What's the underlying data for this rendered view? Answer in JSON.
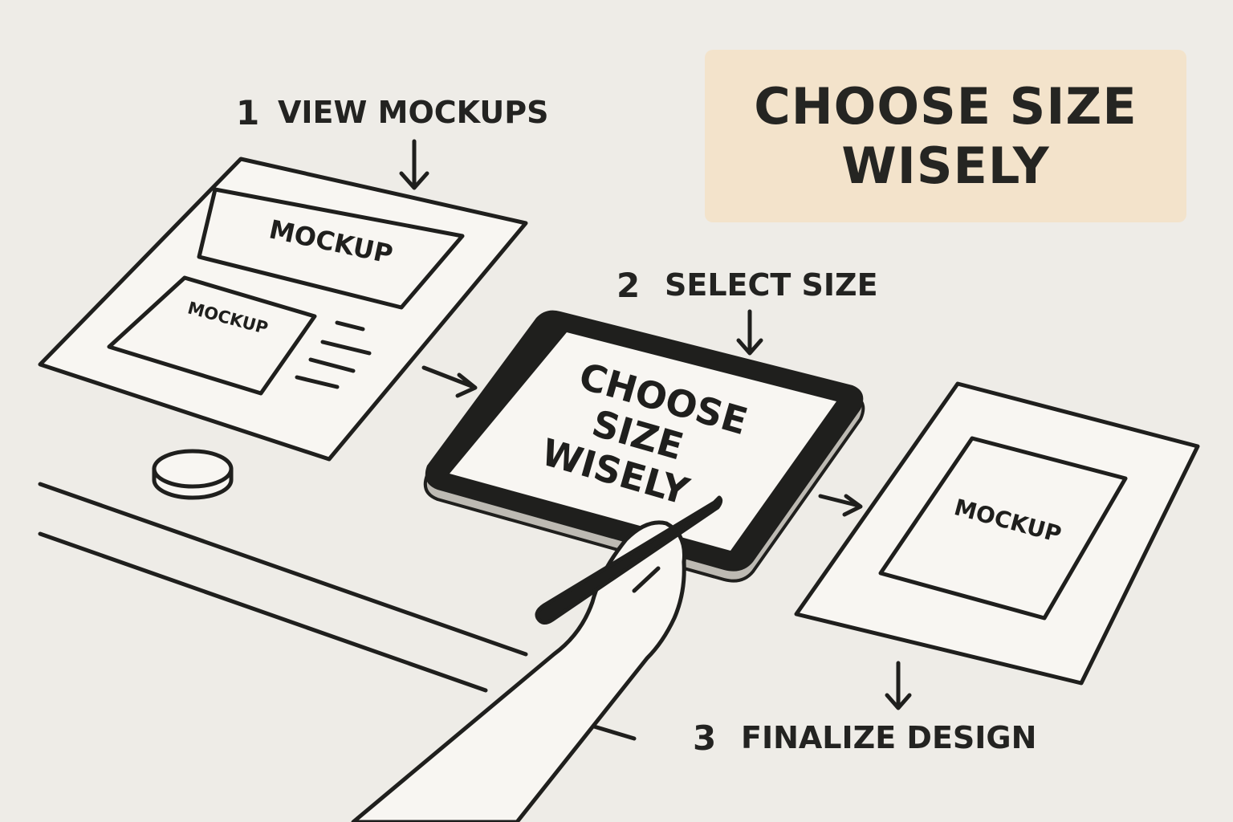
{
  "banner": {
    "line1": "CHOOSE SIZE",
    "line2": "WISELY"
  },
  "steps": [
    {
      "number": "1",
      "label": "VIEW MOCKUPS"
    },
    {
      "number": "2",
      "label": "SELECT SIZE"
    },
    {
      "number": "3",
      "label": "FINALIZE DESIGN"
    }
  ],
  "sheet_left": {
    "frame_top": "MOCKUP",
    "frame_bottom": "MOCKUP"
  },
  "tablet": {
    "line1": "CHOOSE",
    "line2": "SIZE",
    "line3": "WISELY"
  },
  "sheet_right": {
    "frame": "MOCKUP"
  },
  "colors": {
    "background": "#eeece7",
    "banner": "#f3e3cb",
    "ink": "#1f1f1d",
    "paper": "#f8f6f2"
  }
}
